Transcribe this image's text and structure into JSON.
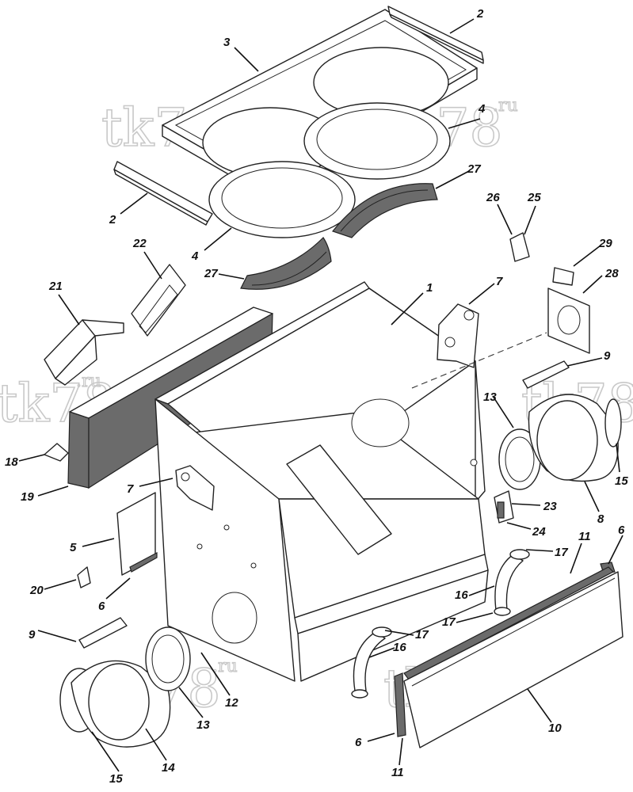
{
  "watermark": {
    "main": "tk78",
    "suffix": ".ru"
  },
  "callouts": [
    {
      "label": "1"
    },
    {
      "label": "2"
    },
    {
      "label": "2"
    },
    {
      "label": "3"
    },
    {
      "label": "4"
    },
    {
      "label": "4"
    },
    {
      "label": "5"
    },
    {
      "label": "6"
    },
    {
      "label": "6"
    },
    {
      "label": "6"
    },
    {
      "label": "7"
    },
    {
      "label": "7"
    },
    {
      "label": "8"
    },
    {
      "label": "9"
    },
    {
      "label": "9"
    },
    {
      "label": "10"
    },
    {
      "label": "11"
    },
    {
      "label": "11"
    },
    {
      "label": "12"
    },
    {
      "label": "13"
    },
    {
      "label": "13"
    },
    {
      "label": "14"
    },
    {
      "label": "15"
    },
    {
      "label": "15"
    },
    {
      "label": "16"
    },
    {
      "label": "16"
    },
    {
      "label": "17"
    },
    {
      "label": "17"
    },
    {
      "label": "17"
    },
    {
      "label": "18"
    },
    {
      "label": "19"
    },
    {
      "label": "20"
    },
    {
      "label": "21"
    },
    {
      "label": "22"
    },
    {
      "label": "23"
    },
    {
      "label": "24"
    },
    {
      "label": "25"
    },
    {
      "label": "26"
    },
    {
      "label": "27"
    },
    {
      "label": "27"
    },
    {
      "label": "28"
    },
    {
      "label": "29"
    }
  ]
}
